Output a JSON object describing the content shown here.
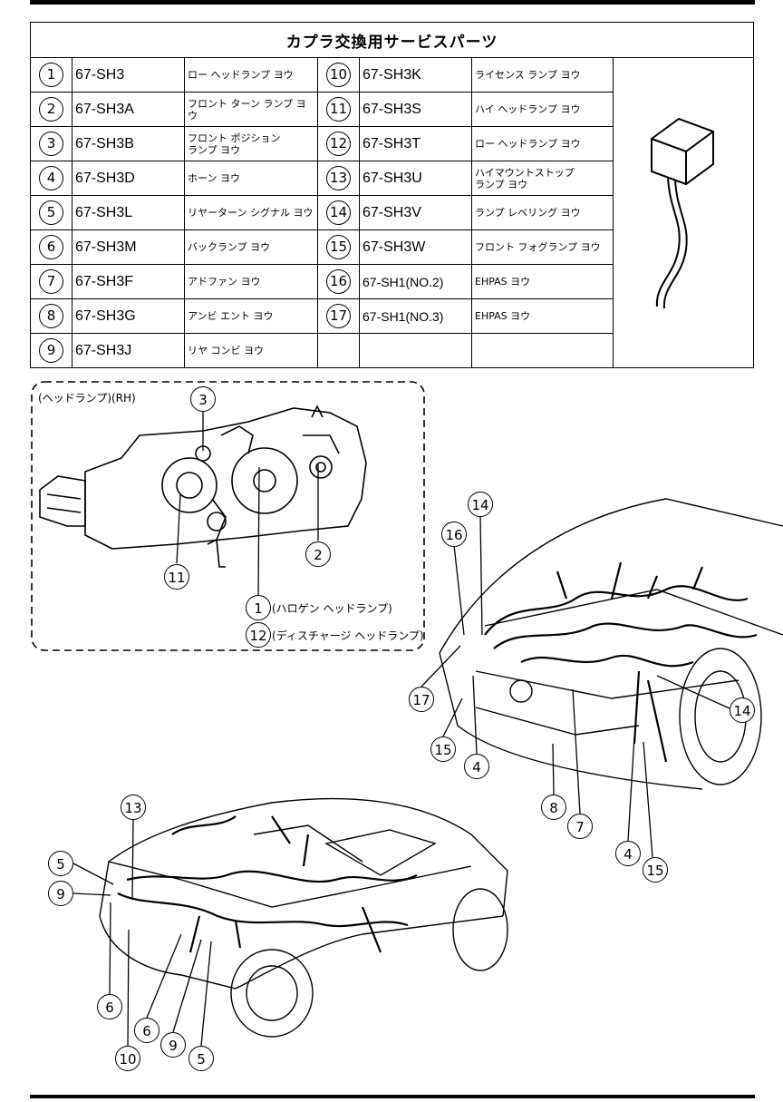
{
  "title": "カプラ交換用サービスパーツ",
  "parts": [
    {
      "no": "1",
      "code": "67-SH3",
      "name": "ロー ヘッドランプ ヨウ"
    },
    {
      "no": "2",
      "code": "67-SH3A",
      "name": "フロント ターン ランプ ヨウ"
    },
    {
      "no": "3",
      "code": "67-SH3B",
      "name": "フロント ポジション\nランプ ヨウ"
    },
    {
      "no": "4",
      "code": "67-SH3D",
      "name": "ホーン ヨウ"
    },
    {
      "no": "5",
      "code": "67-SH3L",
      "name": "リヤーターン シグナル ヨウ"
    },
    {
      "no": "6",
      "code": "67-SH3M",
      "name": "バックランプ ヨウ"
    },
    {
      "no": "7",
      "code": "67-SH3F",
      "name": "アドファン ヨウ"
    },
    {
      "no": "8",
      "code": "67-SH3G",
      "name": "アンビ エント ヨウ"
    },
    {
      "no": "9",
      "code": "67-SH3J",
      "name": "リヤ コンビ ヨウ"
    },
    {
      "no": "10",
      "code": "67-SH3K",
      "name": "ライセンス ランプ ヨウ"
    },
    {
      "no": "11",
      "code": "67-SH3S",
      "name": "ハイ ヘッドランプ ヨウ"
    },
    {
      "no": "12",
      "code": "67-SH3T",
      "name": "ロー ヘッドランプ ヨウ"
    },
    {
      "no": "13",
      "code": "67-SH3U",
      "name": "ハイマウントストップ\nランプ ヨウ"
    },
    {
      "no": "14",
      "code": "67-SH3V",
      "name": "ランプ レベリング ヨウ"
    },
    {
      "no": "15",
      "code": "67-SH3W",
      "name": "フロント フォグランプ ヨウ"
    },
    {
      "no": "16",
      "code": "67-SH1(NO.2)",
      "name": "EHPAS ヨウ"
    },
    {
      "no": "17",
      "code": "67-SH1(NO.3)",
      "name": "EHPAS ヨウ"
    }
  ],
  "headlamp": {
    "title": "(ヘッドランプ)(RH)",
    "label_1": "(ハロゲン ヘッドランプ)",
    "label_12": "(ディスチャージ ヘッドランプ)"
  },
  "callouts": {
    "n1": "1",
    "n2": "2",
    "n3": "3",
    "n4": "4",
    "n5": "5",
    "n6": "6",
    "n7": "7",
    "n8": "8",
    "n9": "9",
    "n10": "10",
    "n11": "11",
    "n12": "12",
    "n13": "13",
    "n14": "14",
    "n15": "15",
    "n16": "16",
    "n17": "17"
  }
}
